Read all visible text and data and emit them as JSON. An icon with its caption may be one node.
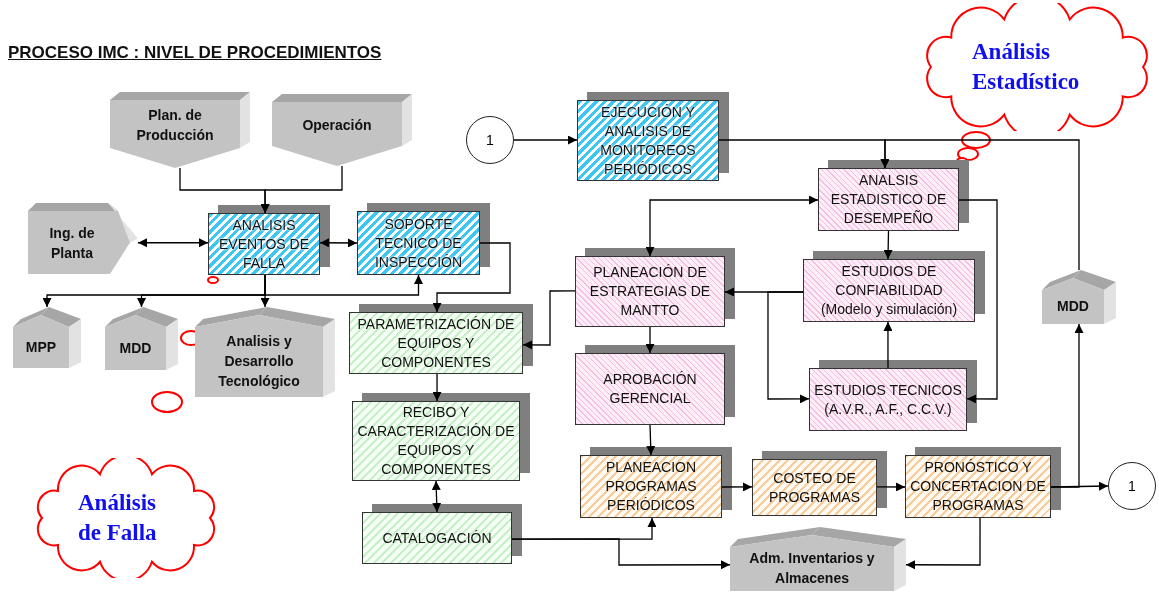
{
  "diagram": {
    "title": "PROCESO IMC : NIVEL DE PROCEDIMIENTOS",
    "nodes": [
      {
        "text": [
          "Plan. de Producción"
        ]
      },
      {
        "text": [
          "Operación"
        ]
      },
      {
        "text": [
          "Ing. de Planta"
        ]
      },
      {
        "text": [
          "ANALISIS EVENTOS DE FALLA"
        ]
      },
      {
        "text": [
          "SOPORTE TECNICO DE INSPECCIÓN"
        ]
      },
      {
        "text": [
          "MPP"
        ]
      },
      {
        "text": [
          "MDD"
        ]
      },
      {
        "text": [
          "Analisis y Desarrollo Tecnológico"
        ]
      },
      {
        "text": [
          "PARAMETRIZACIÓN DE EQUIPOS Y COMPONENTES"
        ]
      },
      {
        "text": [
          "RECIBO Y CARACTERIZACIÓN DE EQUIPOS Y COMPONENTES"
        ]
      },
      {
        "text": [
          "CATALOGACIÓN"
        ]
      },
      {
        "text": [
          "1"
        ]
      },
      {
        "text": [
          "EJECUCIÓN Y ANALISIS DE MONITOREOS PERIÓDICOS"
        ]
      },
      {
        "text": [
          "ANALSIS ESTADISTICO DE DESEMPEÑO"
        ]
      },
      {
        "text": [
          "PLANEACIÓN DE ESTRATEGIAS DE MANTTO"
        ]
      },
      {
        "text": [
          "ESTUDIOS DE CONFIABILIDAD",
          "(Modelo y simulación)"
        ]
      },
      {
        "text": [
          "APROBACIÓN GERENCIAL"
        ]
      },
      {
        "text": [
          "ESTUDIOS TECNICOS (A.V.R., A.F., C.C.V.)"
        ]
      },
      {
        "text": [
          "PLANEACION PROGRAMAS PERIÓDICOS"
        ]
      },
      {
        "text": [
          "COSTEO DE PROGRAMAS"
        ]
      },
      {
        "text": [
          "PRONÓSTICO Y CONCERTACION DE PROGRAMAS"
        ]
      },
      {
        "text": [
          "1"
        ]
      },
      {
        "text": [
          "MDD"
        ]
      },
      {
        "text": [
          "Adm. Inventarios y Almacenes"
        ]
      },
      {
        "text": [
          "Análisis Estadístico"
        ]
      },
      {
        "text": [
          "Análisis de Falla"
        ]
      }
    ],
    "edges": [
      {
        "from": 0,
        "to": 3,
        "arrow": "to"
      },
      {
        "from": 1,
        "to": 3,
        "arrow": "to"
      },
      {
        "from": 2,
        "to": 3,
        "arrow": "both"
      },
      {
        "from": 3,
        "to": 4,
        "arrow": "both"
      },
      {
        "from": 3,
        "to": 5,
        "arrow": "to"
      },
      {
        "from": 3,
        "to": 6,
        "arrow": "to"
      },
      {
        "from": 3,
        "to": 7,
        "arrow": "to"
      },
      {
        "from": 3,
        "to": 4,
        "arrow": "to"
      },
      {
        "from": 4,
        "to": 8,
        "arrow": "to"
      },
      {
        "from": 14,
        "to": 8,
        "arrow": "to"
      },
      {
        "from": 8,
        "to": 9,
        "arrow": "to"
      },
      {
        "from": 9,
        "to": 10,
        "arrow": "both"
      },
      {
        "from": 10,
        "to": 18,
        "arrow": "to"
      },
      {
        "from": 10,
        "to": 23,
        "arrow": "to"
      },
      {
        "from": 11,
        "to": 12,
        "arrow": "to"
      },
      {
        "from": 12,
        "to": 13,
        "arrow": "to"
      },
      {
        "from": 22,
        "to": 13,
        "arrow": "to"
      },
      {
        "from": 13,
        "to": 14,
        "arrow": "both"
      },
      {
        "from": 13,
        "to": 15,
        "arrow": "to"
      },
      {
        "from": 13,
        "to": 17,
        "arrow": "to"
      },
      {
        "from": 15,
        "to": 14,
        "arrow": "to"
      },
      {
        "from": 15,
        "to": 17,
        "arrow": "to"
      },
      {
        "from": 17,
        "to": 15,
        "arrow": "to"
      },
      {
        "from": 14,
        "to": 16,
        "arrow": "to"
      },
      {
        "from": 16,
        "to": 18,
        "arrow": "to"
      },
      {
        "from": 18,
        "to": 19,
        "arrow": "to"
      },
      {
        "from": 19,
        "to": 20,
        "arrow": "to"
      },
      {
        "from": 20,
        "to": 21,
        "arrow": "to"
      },
      {
        "from": 20,
        "to": 22,
        "arrow": "to"
      },
      {
        "from": 20,
        "to": 23,
        "arrow": "to"
      }
    ]
  }
}
